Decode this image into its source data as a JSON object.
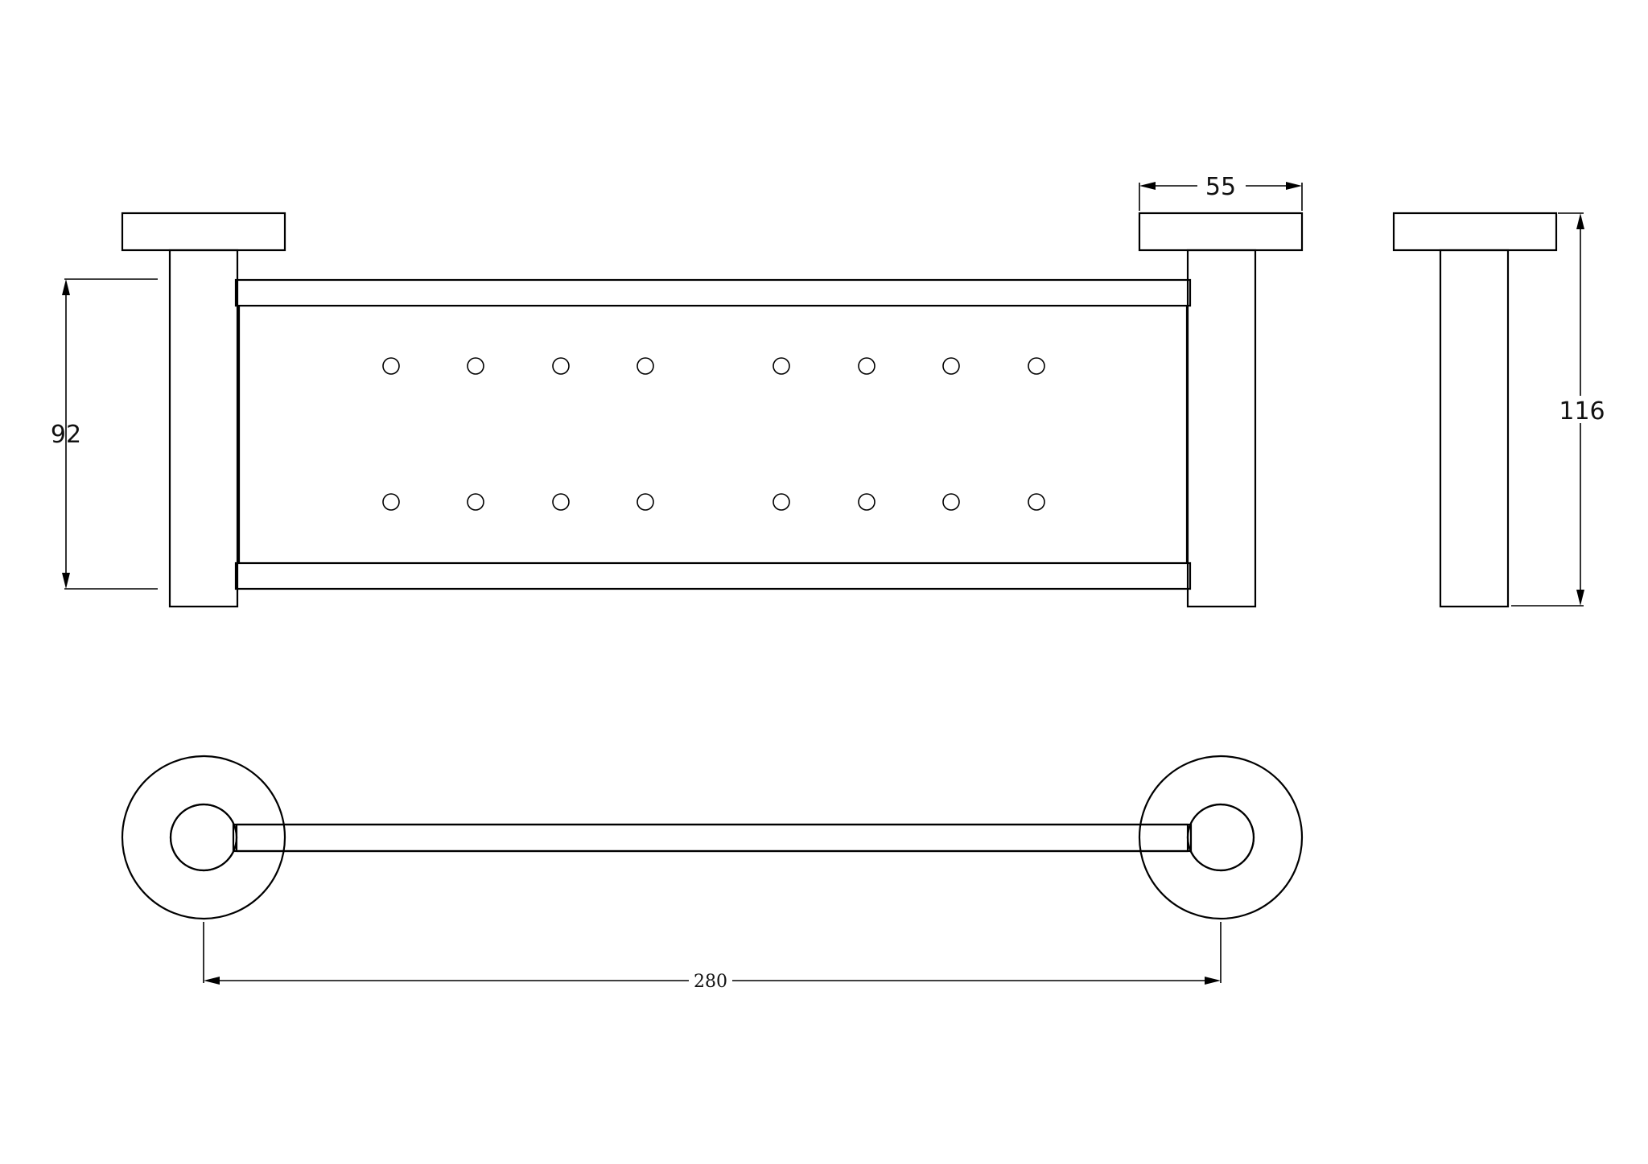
{
  "dimensions": {
    "height_front": "92",
    "width_bracket": "55",
    "height_total": "116",
    "span": "280"
  },
  "colors": {
    "line": "#000000",
    "background": "#ffffff"
  }
}
